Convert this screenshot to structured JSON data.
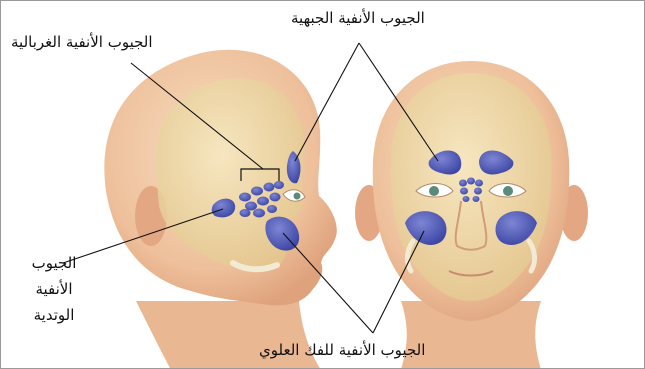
{
  "labels": {
    "frontal": "الجيوب الأنفية الجبهية",
    "ethmoid": "الجيوب الأنفية الغربالية",
    "maxillary": "الجيوب الأنفية للفك العلوي",
    "sphenoid_line1": "الجيوب",
    "sphenoid_line2": "الأنفية",
    "sphenoid_line3": "الوتدية"
  },
  "colors": {
    "skin": "#f0c9a4",
    "skin_shadow": "#d9a27e",
    "skull": "#efdba7",
    "sinus": "#4c58b5",
    "sinus_highlight": "#8d93d8",
    "leader_line": "#111111"
  }
}
